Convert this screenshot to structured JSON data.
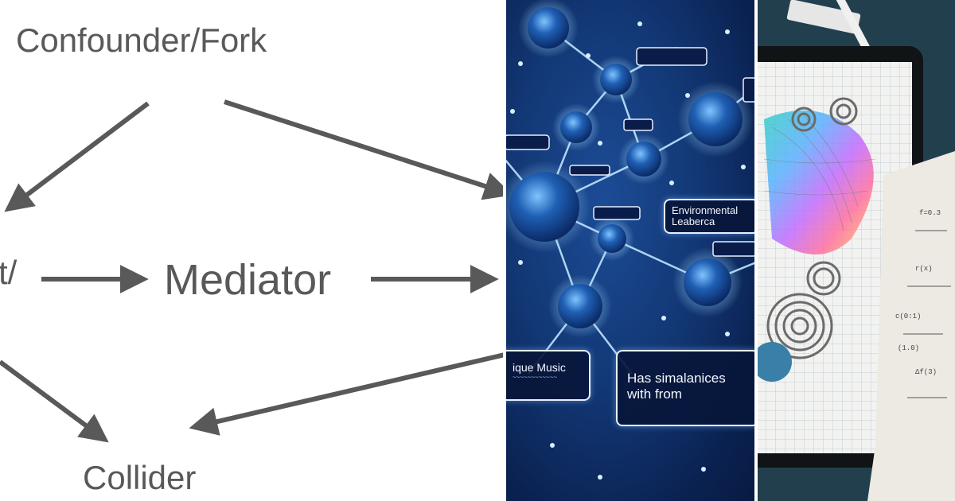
{
  "diagram": {
    "confounder_label": "Confounder/Fork",
    "mediator_label": "Mediator",
    "collider_label": "Collider",
    "treatment_label_fragment": "t/",
    "arrow_color": "#595959",
    "text_color": "#595959"
  },
  "network_image": {
    "labels": {
      "environmental": "Environmental",
      "environmental_line2": "Leaberca",
      "music": "ique Music",
      "music_sub": "~~~~~~~~~~~~",
      "similarities_line1": "Has simalanices",
      "similarities_line2": "with from"
    },
    "background_color": "#123774"
  },
  "notebook_image": {
    "formula_snippets": [
      "c(0:1)",
      "(1.0)",
      "f=0.3",
      "r(x)",
      "Δf(3)"
    ],
    "background_color": "#1f3e4c"
  }
}
